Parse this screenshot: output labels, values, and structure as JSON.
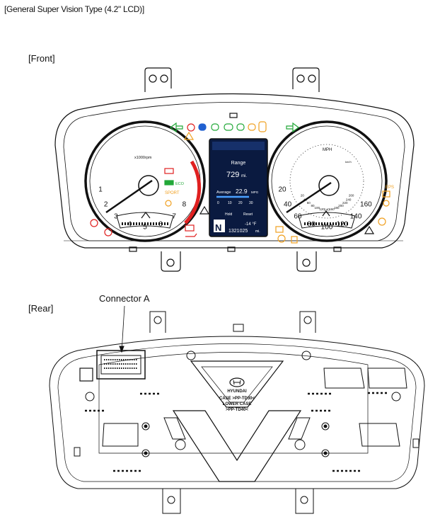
{
  "title": "[General Super Vision Type (4.2\" LCD)]",
  "front_label": "[Front]",
  "rear_label": "[Rear]",
  "connector_label": "Connector A",
  "tach": {
    "numbers": [
      "1",
      "2",
      "3",
      "4",
      "5",
      "6",
      "7",
      "8"
    ],
    "unit": "x1000rpm",
    "eco": "ECO",
    "sport": "SPORT"
  },
  "speedo": {
    "numbers": [
      "20",
      "40",
      "60",
      "80",
      "100",
      "120",
      "140",
      "160"
    ],
    "unit": "MPH",
    "inner_unit": "km/h",
    "inner_numbers": [
      "20",
      "40",
      "60",
      "80",
      "100",
      "120",
      "140",
      "160",
      "180",
      "200",
      "220",
      "240",
      "260"
    ],
    "eps": "EPS"
  },
  "lcd": {
    "range_label": "Range",
    "range_value": "729",
    "range_unit": "mi.",
    "average_label": "Average",
    "average_value": "22.9",
    "average_unit": "MPG",
    "scale": [
      "0",
      "10",
      "20",
      "30"
    ],
    "hold": "Hold",
    "reset": "Reset",
    "gear": "N",
    "temp": "-14 °F",
    "odometer": "1321025",
    "odometer_unit": "mi."
  },
  "rear": {
    "brand": "HYUNDAI",
    "case_lines": [
      "CASE >PP-TD30<",
      "LOWER CASE",
      ">PP-TD40<"
    ]
  },
  "colors": {
    "line": "#111111",
    "red": "#e02020",
    "green": "#22a838",
    "orange": "#f0a020",
    "blue": "#2060d0",
    "lcd_bg": "#0a1a40"
  }
}
